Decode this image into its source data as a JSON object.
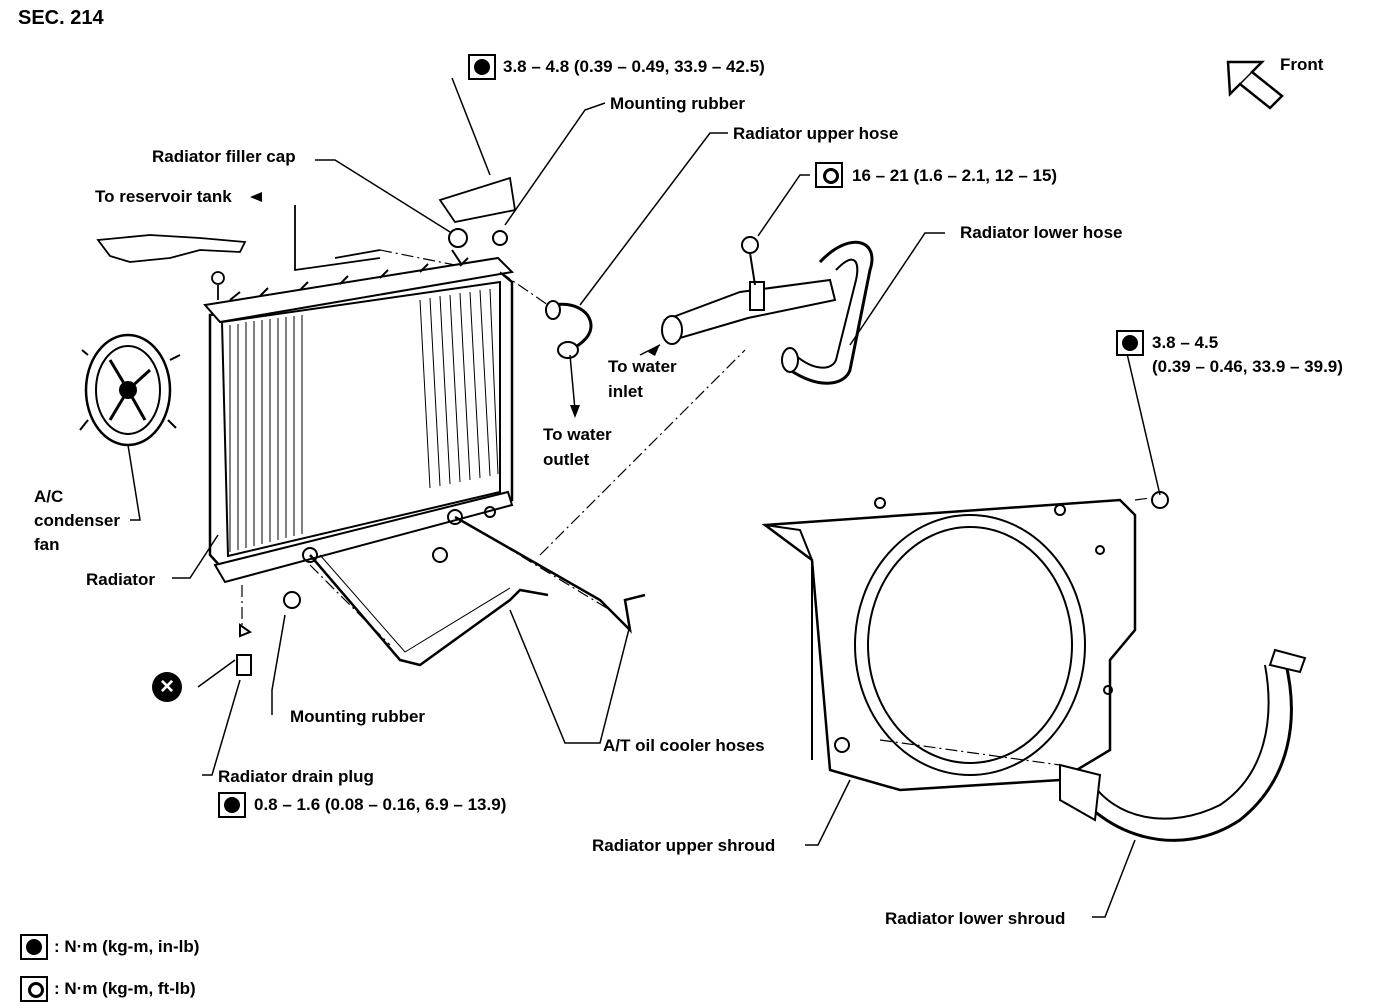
{
  "section": "SEC. 214",
  "front": "Front",
  "labels": {
    "torque_top": "3.8 – 4.8 (0.39 – 0.49, 33.9 – 42.5)",
    "mounting_rubber_top": "Mounting rubber",
    "radiator_upper_hose": "Radiator upper hose",
    "radiator_filler_cap": "Radiator filler cap",
    "torque_hose_clamp": "16 – 21 (1.6 – 2.1, 12 – 15)",
    "to_reservoir_tank": "To reservoir tank",
    "radiator_lower_hose": "Radiator lower hose",
    "to_water_inlet_1": "To water",
    "to_water_inlet_2": "inlet",
    "torque_shroud_1": "3.8 – 4.5",
    "torque_shroud_2": "(0.39 – 0.46, 33.9 – 39.9)",
    "to_water_outlet_1": "To water",
    "to_water_outlet_2": "outlet",
    "ac_fan_1": "A/C",
    "ac_fan_2": "condenser",
    "ac_fan_3": "fan",
    "radiator": "Radiator",
    "mounting_rubber_bottom": "Mounting rubber",
    "at_oil_cooler_hoses": "A/T oil cooler hoses",
    "radiator_drain_plug": "Radiator drain plug",
    "torque_drain": "0.8 – 1.6 (0.08 – 0.16, 6.9 – 13.9)",
    "radiator_upper_shroud": "Radiator upper shroud",
    "radiator_lower_shroud": "Radiator lower shroud"
  },
  "legend": [
    {
      "icon": "torque-nm-inlb-icon",
      "text": ": N·m (kg-m, in-lb)"
    },
    {
      "icon": "torque-nm-ftlb-icon",
      "text": ": N·m (kg-m, ft-lb)"
    }
  ]
}
